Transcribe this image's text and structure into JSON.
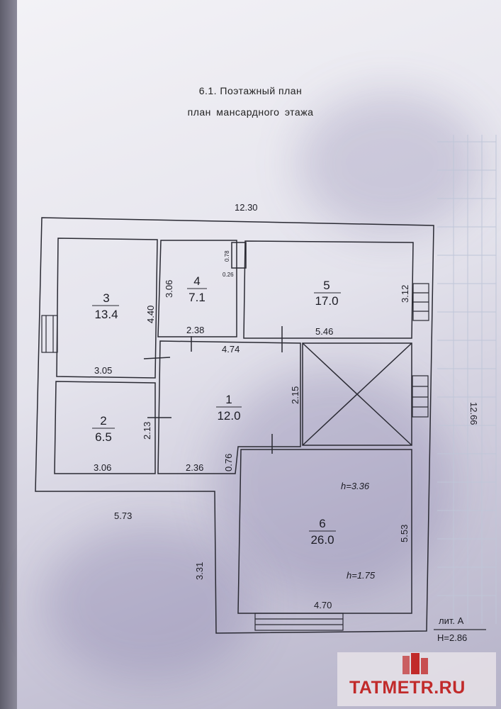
{
  "document": {
    "section_title": "6.1. Поэтажный план",
    "floor_title": "план  мансардного   этажа",
    "letter_label": "лит. А",
    "height_label": "H=2.86"
  },
  "overall_dimensions": {
    "top_width": "12.30",
    "right_height": "12.66",
    "left_bottom_width": "5.73",
    "lower_left_height": "3.31"
  },
  "rooms": [
    {
      "number": "3",
      "area": "13.4"
    },
    {
      "number": "4",
      "area": "7.1"
    },
    {
      "number": "5",
      "area": "17.0"
    },
    {
      "number": "1",
      "area": "12.0"
    },
    {
      "number": "2",
      "area": "6.5"
    },
    {
      "number": "6",
      "area": "26.0"
    }
  ],
  "room_dimensions": {
    "room3_height": "4.40",
    "room3_width": "3.05",
    "room4_height": "3.06",
    "room4_width": "2.38",
    "small_a": "0.78",
    "small_b": "0.26",
    "room5_height": "3.12",
    "room5_width": "5.46",
    "corridor_width": "4.74",
    "void_height": "2.15",
    "room2_height": "2.13",
    "room2_width": "3.06",
    "room1_width": "2.36",
    "step": "0.76",
    "room6_h_high": "h=3.36",
    "room6_h_low": "h=1.75",
    "room6_height": "5.53",
    "room6_width": "4.70"
  },
  "watermark": {
    "text": "TATMETR.RU",
    "logo_color": "#c12a2a"
  }
}
